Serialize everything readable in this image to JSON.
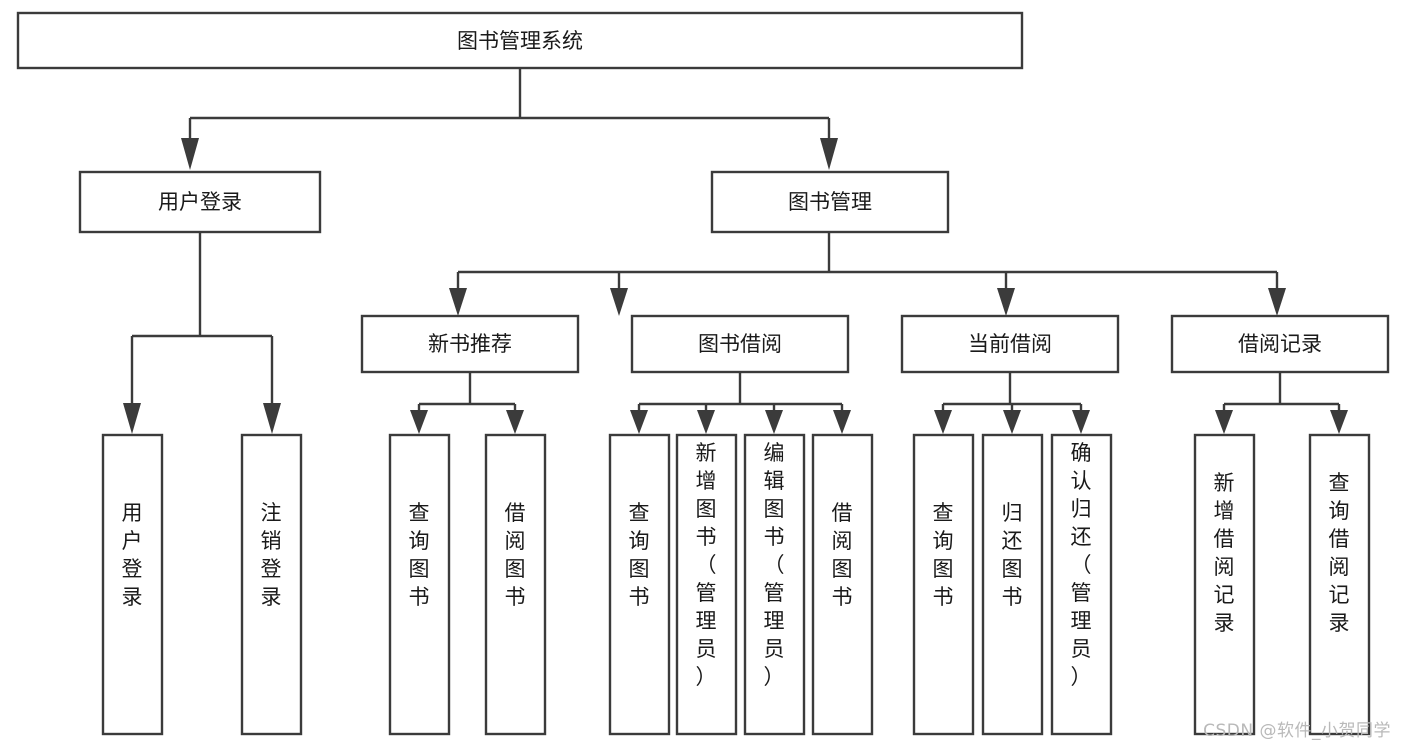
{
  "diagram": {
    "title": "图书管理系统",
    "type": "hierarchy-tree",
    "colors": {
      "box_stroke": "#3b3b3b",
      "box_fill": "#ffffff",
      "text": "#1a1a1a",
      "background": "#ffffff",
      "watermark": "#b9b9b9"
    },
    "levels": {
      "level0": "root",
      "level1": "modules",
      "level2": "sub-modules",
      "level3": "functions"
    },
    "root": {
      "label": "图书管理系统",
      "orientation": "horizontal"
    },
    "modules": [
      {
        "id": "user-login",
        "label": "用户登录",
        "orientation": "horizontal"
      },
      {
        "id": "book-manage",
        "label": "图书管理",
        "orientation": "horizontal"
      }
    ],
    "submodules": [
      {
        "id": "new-book-recommend",
        "label": "新书推荐",
        "orientation": "horizontal"
      },
      {
        "id": "book-borrow",
        "label": "图书借阅",
        "orientation": "horizontal"
      },
      {
        "id": "current-borrow",
        "label": "当前借阅",
        "orientation": "horizontal"
      },
      {
        "id": "borrow-record",
        "label": "借阅记录",
        "orientation": "horizontal"
      }
    ],
    "leaves": {
      "user-login": [
        {
          "id": "leaf-user-login",
          "label": "用户登录",
          "orientation": "vertical"
        },
        {
          "id": "leaf-logout-login",
          "label": "注销登录",
          "orientation": "vertical"
        }
      ],
      "new-book-recommend": [
        {
          "id": "leaf-query-book-1",
          "label": "查询图书",
          "orientation": "vertical"
        },
        {
          "id": "leaf-borrow-book-1",
          "label": "借阅图书",
          "orientation": "vertical"
        }
      ],
      "book-borrow": [
        {
          "id": "leaf-query-book-2",
          "label": "查询图书",
          "orientation": "vertical"
        },
        {
          "id": "leaf-add-book",
          "label": "新增图书（管理员）",
          "orientation": "vertical"
        },
        {
          "id": "leaf-edit-book",
          "label": "编辑图书（管理员）",
          "orientation": "vertical"
        },
        {
          "id": "leaf-borrow-book-2",
          "label": "借阅图书",
          "orientation": "vertical"
        }
      ],
      "current-borrow": [
        {
          "id": "leaf-query-book-3",
          "label": "查询图书",
          "orientation": "vertical"
        },
        {
          "id": "leaf-return-book",
          "label": "归还图书",
          "orientation": "vertical"
        },
        {
          "id": "leaf-confirm-return",
          "label": "确认归还（管理员）",
          "orientation": "vertical"
        }
      ],
      "borrow-record": [
        {
          "id": "leaf-add-record",
          "label": "新增借阅记录",
          "orientation": "vertical"
        },
        {
          "id": "leaf-query-record",
          "label": "查询借阅记录",
          "orientation": "vertical"
        }
      ]
    }
  },
  "watermark": {
    "text": "CSDN @软件_小贺同学"
  }
}
